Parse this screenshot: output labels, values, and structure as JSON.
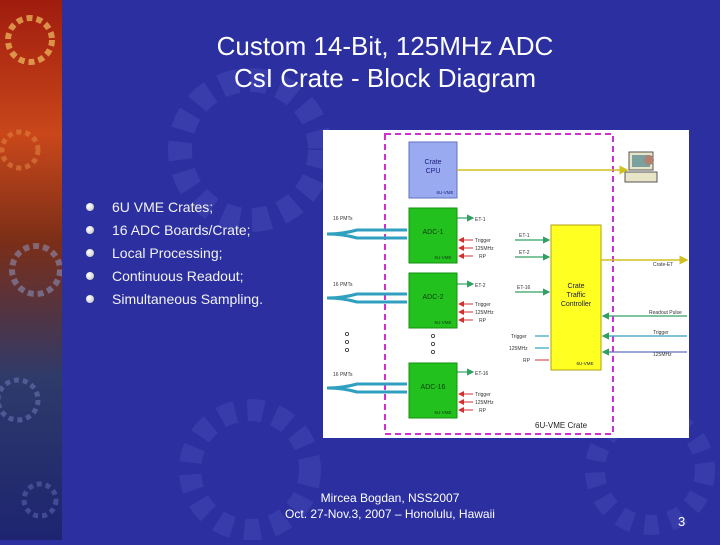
{
  "title": {
    "line1": "Custom 14-Bit, 125MHz ADC",
    "line2": "CsI Crate - Block Diagram"
  },
  "bullets": [
    "6U VME Crates;",
    "16 ADC Boards/Crate;",
    "Local Processing;",
    "Continuous Readout;",
    "Simultaneous Sampling."
  ],
  "diagram": {
    "crate_cpu": {
      "line1": "Crate",
      "line2": "CPU",
      "sub": "6U-VME"
    },
    "adc1": {
      "label": "ADC-1",
      "sub": "6U-VME",
      "et": "ET-1",
      "in1": "Trigger",
      "in2": "125MHz",
      "in3": "RP"
    },
    "adc2": {
      "label": "ADC-2",
      "sub": "6U-VME",
      "et": "ET-2",
      "in1": "Trigger",
      "in2": "125MHz",
      "in3": "RP"
    },
    "adc16": {
      "label": "ADC-16",
      "sub": "6U-VME",
      "et": "ET-16",
      "in1": "Trigger",
      "in2": "125MHz",
      "in3": "RP"
    },
    "pmts": "16 PMTs",
    "controller": {
      "line1": "Crate",
      "line2": "Traffic",
      "line3": "Controller",
      "sub": "6U-VME"
    },
    "ctrl_inputs": [
      "ET-1",
      "ET-2",
      "ET-16"
    ],
    "ctrl_left_outputs": [
      "Trigger",
      "125MHz",
      "RP"
    ],
    "right_labels": [
      "Crate-ET",
      "Readout Pulse",
      "Trigger",
      "125MHz"
    ],
    "crate_label": "6U-VME Crate"
  },
  "footer": {
    "line1": "Mircea Bogdan, NSS2007",
    "line2": "Oct. 27-Nov.3, 2007 – Honolulu, Hawaii"
  },
  "page_number": "3",
  "colors": {
    "background": "#2b2fa0",
    "adc_green": "#22c11e",
    "cpu_blue": "#9aaaf0",
    "controller_yellow": "#ffff22",
    "crate_border": "#d030d0"
  }
}
